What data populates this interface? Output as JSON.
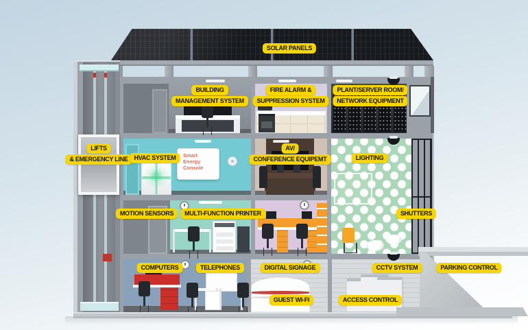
{
  "diagram": {
    "type": "building-cutaway-infographic",
    "subject": "smart building systems cross-section"
  },
  "palette": {
    "label_bg": "#F7D600",
    "label_text": "#151515",
    "sky": "#C2D5E2",
    "frame_gray": "#9AA1A8",
    "solar_panel_dark": "#171A1F",
    "hvac_room_teal": "#73CAD2",
    "printer_room_teal": "#97D5C9",
    "lighting_wall_green": "#A9D8B6",
    "kitchen_lavender": "#D6CEE1",
    "office_lilac": "#D9C8E0",
    "av_room_beige": "#D0C1B6",
    "ground_office_blue": "#8AA1BC",
    "server_room_dark": "#212429",
    "accent_red": "#CC2F2A",
    "desk_orange": "#F49D2C",
    "lift_teal": "#CFE9EA",
    "whiteboard_text_red": "#EE6A52"
  },
  "labels": {
    "solar_panels": {
      "lines": [
        "SOLAR PANELS"
      ]
    },
    "building_management": {
      "lines": [
        "BUILDING",
        "MANAGEMENT SYSTEM"
      ]
    },
    "fire_alarm": {
      "lines": [
        "FIRE ALARM &",
        "SUPPRESSION SYSTEM"
      ]
    },
    "plant_server": {
      "lines": [
        "PLANT/SERVER ROOM/",
        "NETWORK EQUIPMENT"
      ]
    },
    "lifts": {
      "lines": [
        "LIFTS",
        "& EMERGENCY LINE"
      ]
    },
    "hvac": {
      "lines": [
        "HVAC SYSTEM"
      ]
    },
    "av_conference": {
      "lines": [
        "AV/",
        "CONFERENCE EQUIPEMT"
      ]
    },
    "lighting": {
      "lines": [
        "LIGHTING"
      ]
    },
    "motion_sensors": {
      "lines": [
        "MOTION SENSORS"
      ]
    },
    "multi_function_printer": {
      "lines": [
        "MULTI-FUNCTION PRINTER"
      ]
    },
    "shutters": {
      "lines": [
        "SHUTTERS"
      ]
    },
    "computers": {
      "lines": [
        "COMPUTERS"
      ]
    },
    "telephones": {
      "lines": [
        "TELEPHONES"
      ]
    },
    "digital_signage": {
      "lines": [
        "DIGITAL SIGNAGE"
      ]
    },
    "cctv": {
      "lines": [
        "CCTV SYSTEM"
      ]
    },
    "parking_control": {
      "lines": [
        "PARKING CONTROL"
      ]
    },
    "guest_wifi": {
      "lines": [
        "GUEST WI-FI"
      ]
    },
    "access_control": {
      "lines": [
        "ACCESS CONTROL"
      ]
    }
  },
  "whiteboard": {
    "lines": [
      "Smart",
      "Energy",
      "Console"
    ]
  }
}
